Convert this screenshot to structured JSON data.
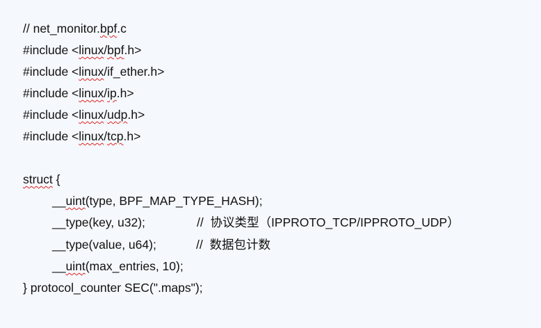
{
  "code": {
    "l1": {
      "a": "// net_monitor.",
      "b": "bpf",
      "c": ".c"
    },
    "l2": {
      "a": "#include <",
      "b": "linux",
      "c": "/",
      "d": "bpf",
      "e": ".h>"
    },
    "l3": {
      "a": "#include <",
      "b": "linux",
      "c": "/if_ether.h>"
    },
    "l4": {
      "a": "#include <",
      "b": "linux",
      "c": "/",
      "d": "ip",
      "e": ".h>"
    },
    "l5": {
      "a": "#include <",
      "b": "linux",
      "c": "/",
      "d": "udp",
      "e": ".h>"
    },
    "l6": {
      "a": "#include <",
      "b": "linux",
      "c": "/",
      "d": "tcp",
      "e": ".h>"
    },
    "l7": {
      "a": "struct",
      "b": " {"
    },
    "l8": {
      "a": "__",
      "b": "uint",
      "c": "(type, BPF_MAP_TYPE_HASH);"
    },
    "l9": {
      "a": "__type(key, u32);",
      "comment": "//  协议类型（IPPROTO_TCP/IPPROTO_UDP）"
    },
    "l10": {
      "a": "__type(value, u64);",
      "comment": "//  数据包计数"
    },
    "l11": {
      "a": "__",
      "b": "uint",
      "c": "(max_entries, 10);"
    },
    "l12": {
      "a": "} protocol_counter SEC(\".maps\");"
    }
  }
}
